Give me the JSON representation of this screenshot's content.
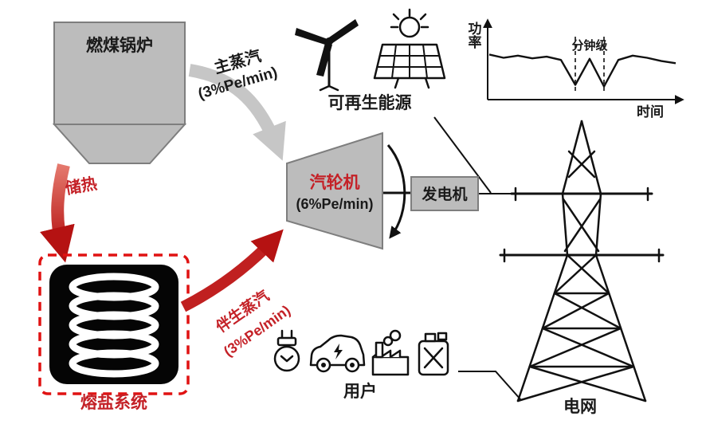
{
  "colors": {
    "machine_gray": "#bcbcbc",
    "arrow_gray": "#c6c6c6",
    "accent_red": "#c42127",
    "line_black": "#111111",
    "background": "#ffffff"
  },
  "diagram": {
    "boiler": {
      "label": "燃煤锅炉"
    },
    "main_steam": {
      "line1": "主蒸汽",
      "line2": "(3%Pe/min)"
    },
    "heat_storage": {
      "label": "储热"
    },
    "molten_salt": {
      "label": "熔盐系统"
    },
    "assoc_steam": {
      "line1": "伴生蒸汽",
      "line2": "(3%Pe/min)"
    },
    "turbine": {
      "line1": "汽轮机",
      "line2": "(6%Pe/min)"
    },
    "generator": {
      "label": "发电机"
    },
    "renewable": {
      "label": "可再生能源"
    },
    "users": {
      "label": "用户"
    },
    "grid": {
      "label": "电网"
    }
  },
  "chart_data": {
    "type": "line",
    "title": "",
    "xlabel": "时间",
    "ylabel": "功率",
    "annotation": "分钟级",
    "x": [
      0,
      1,
      2,
      3,
      4,
      5,
      6,
      7,
      8,
      9,
      10,
      11,
      12,
      13
    ],
    "values": [
      70,
      64,
      68,
      63,
      66,
      60,
      14,
      62,
      11,
      60,
      68,
      64,
      58,
      54
    ],
    "ylim": [
      0,
      100
    ],
    "dip_x": [
      6,
      8
    ],
    "grid": false,
    "legend_position": "none",
    "axis_arrows": true
  }
}
